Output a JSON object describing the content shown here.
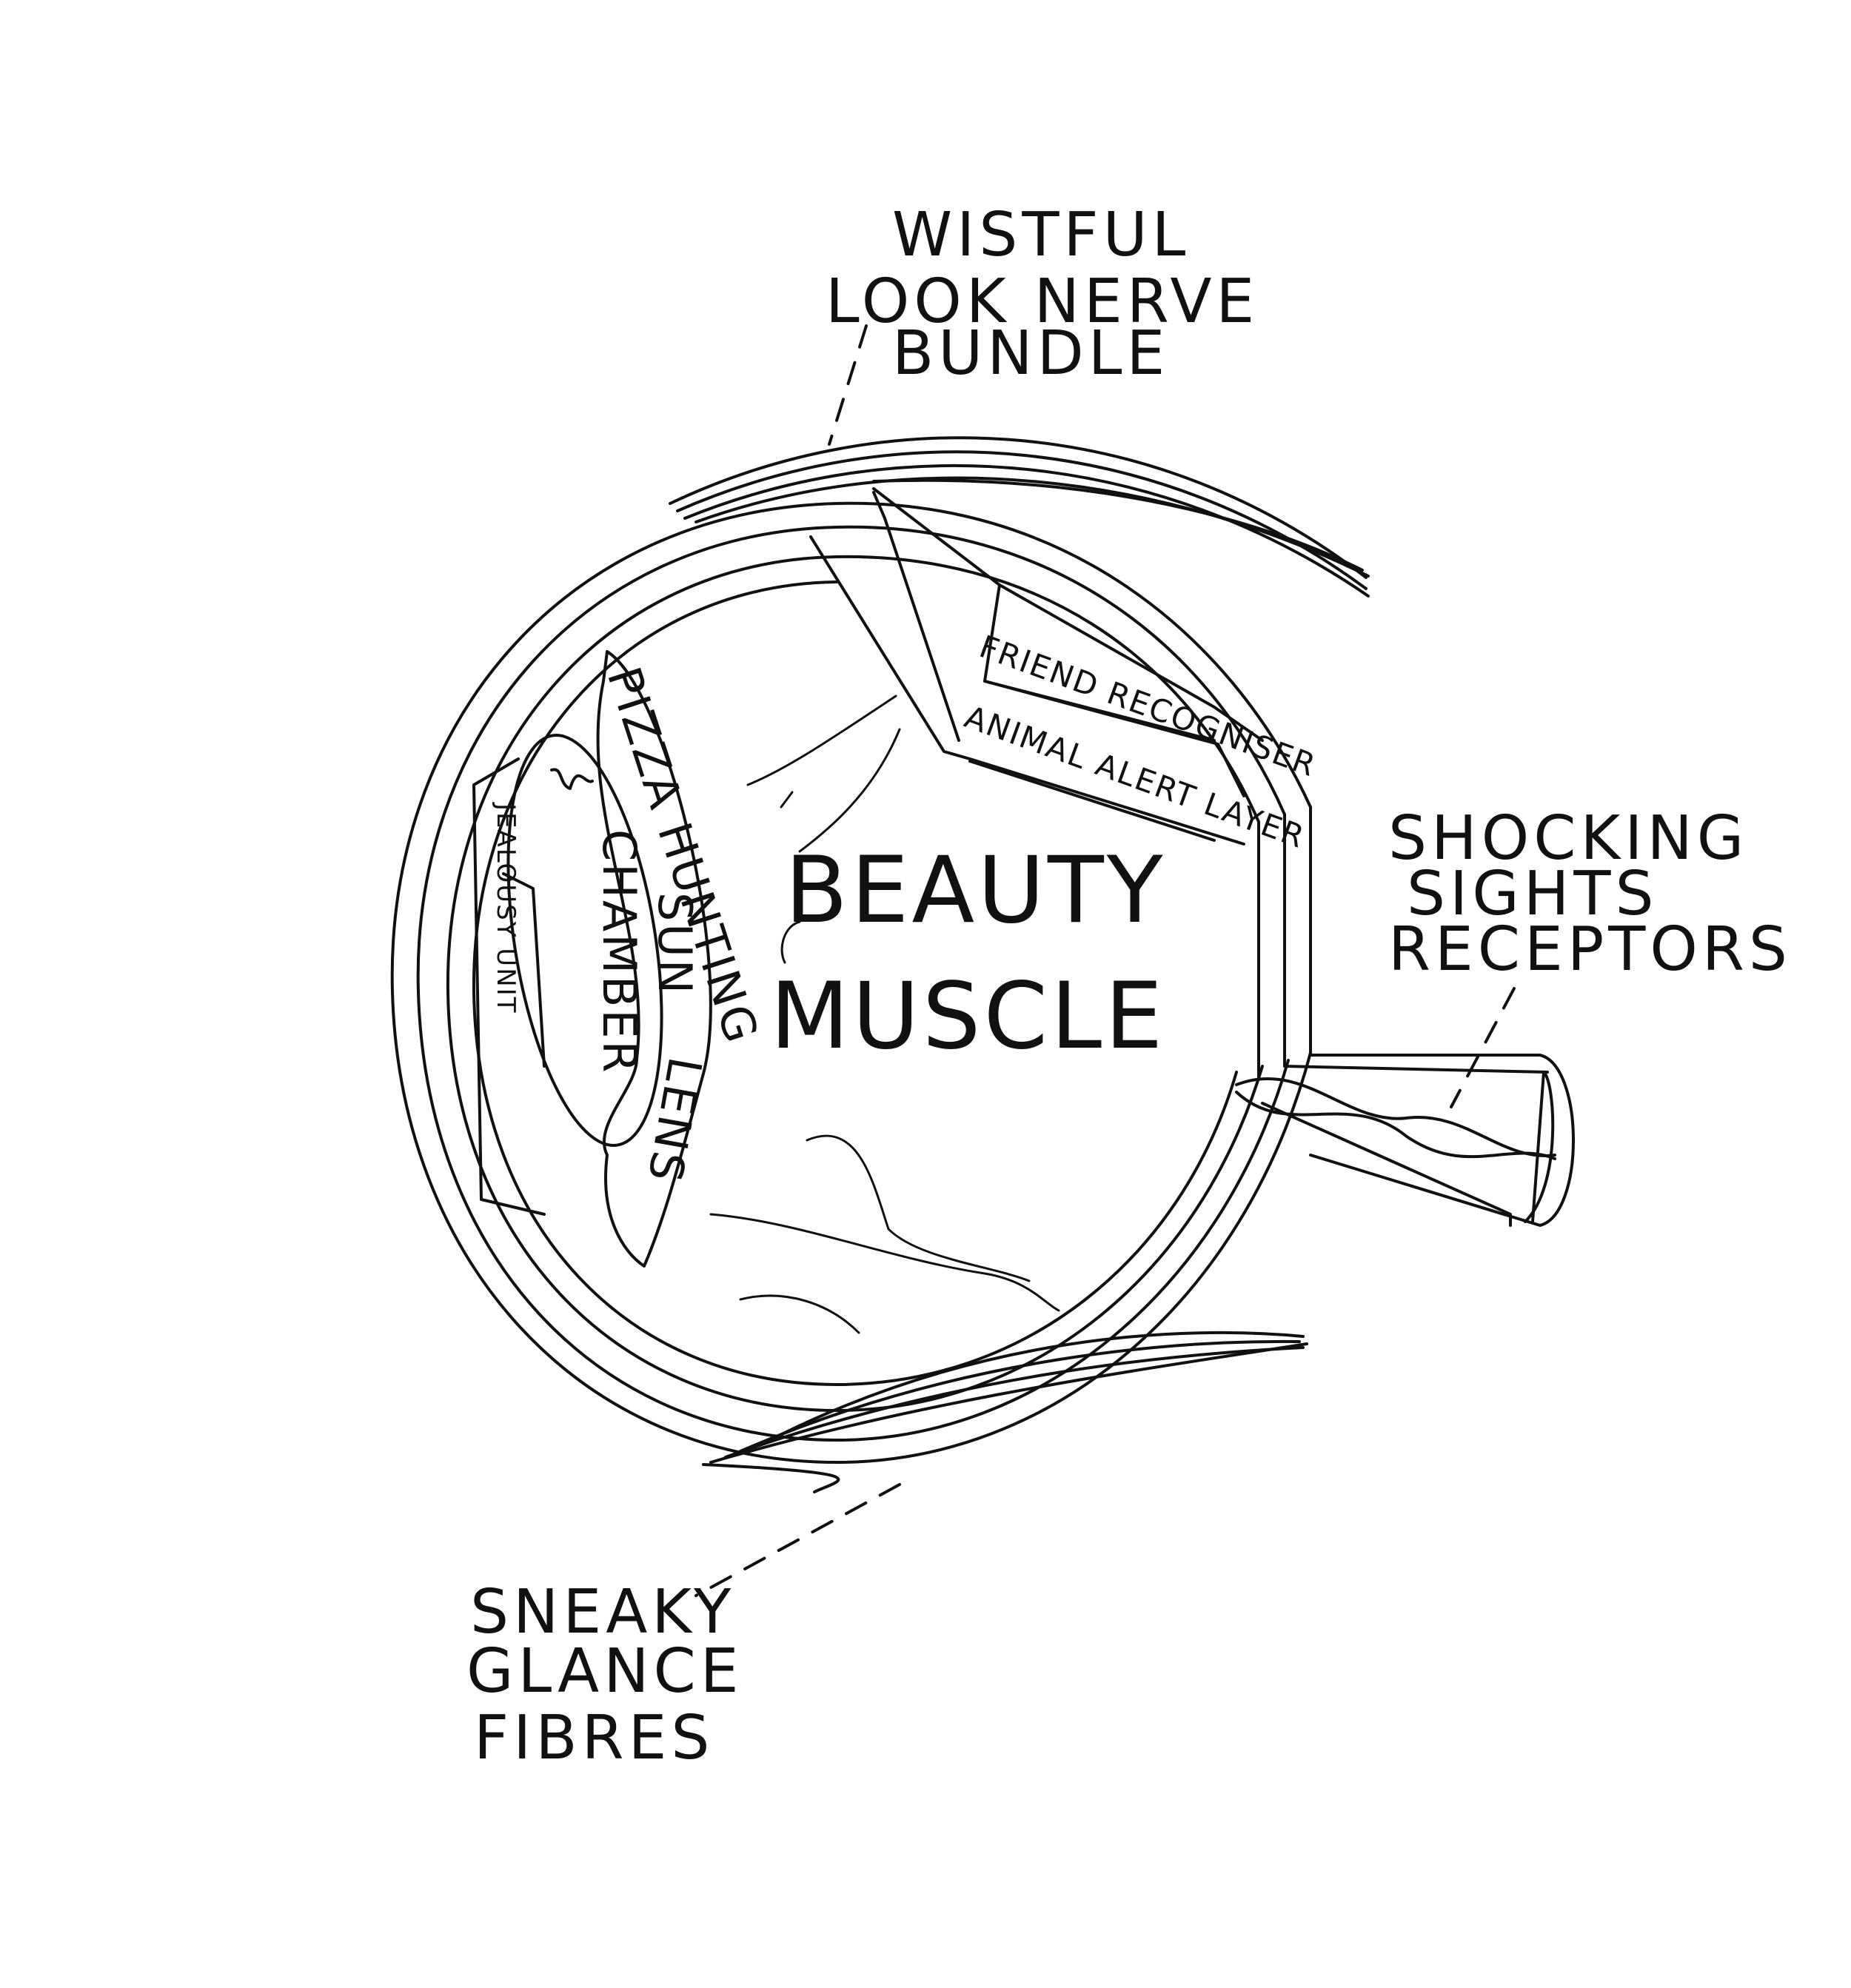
{
  "diagram": {
    "callouts": {
      "wistful": [
        "WISTFUL",
        "LOOK NERVE",
        "BUNDLE"
      ],
      "shocking": [
        "SHOCKING",
        "SIGHTS",
        "RECEPTORS"
      ],
      "sneaky": [
        "SNEAKY",
        "GLANCE",
        "FIBRES"
      ]
    },
    "center": [
      "BEAUTY",
      "MUSCLE"
    ],
    "parts": {
      "friend": "FRIEND RECOGNISER",
      "animal": "ANIMAL ALERT LAYER",
      "pizza": "PIZZA HUNTING",
      "sun": "SUN",
      "chamber": "CHAMBER",
      "lens": "LENS",
      "jealousy": "JEALOUSY UNIT"
    }
  }
}
